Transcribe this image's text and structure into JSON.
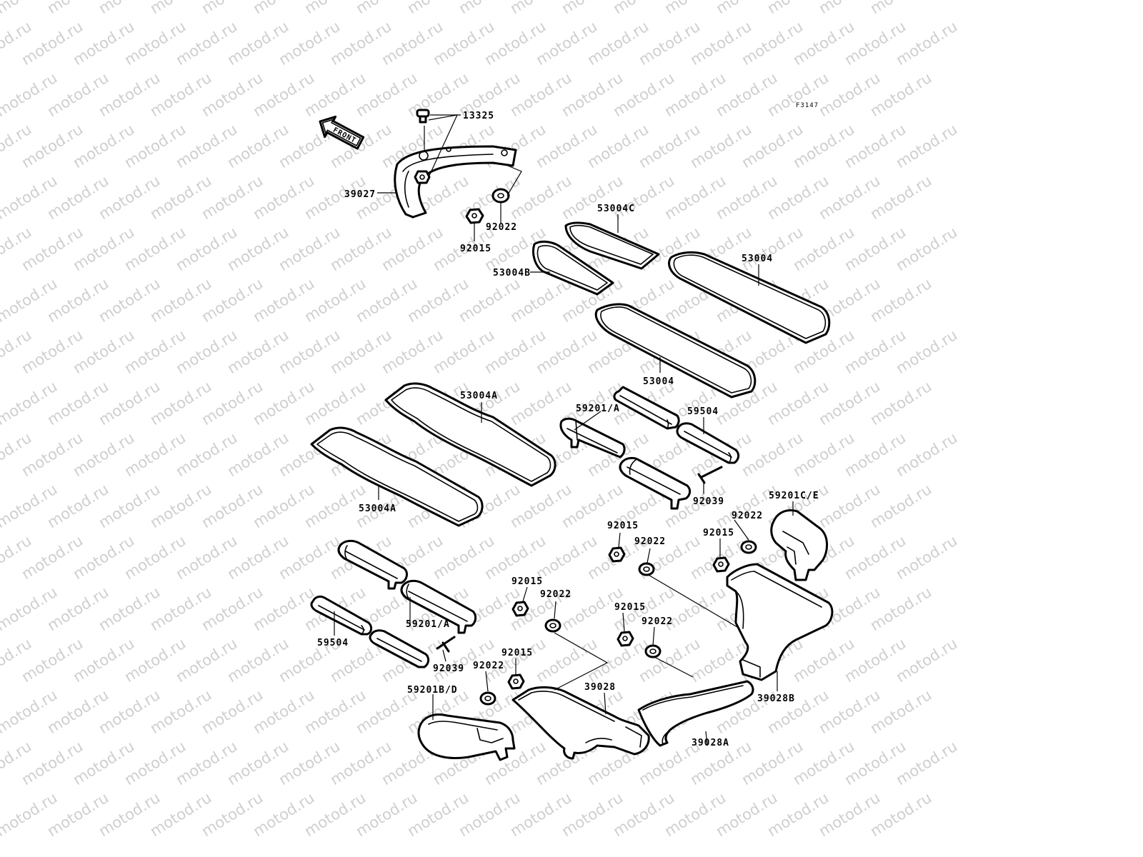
{
  "watermark": "motod.ru",
  "diagram_code": "F3147",
  "front_label": "FRONT",
  "labels": {
    "l13325": "13325",
    "l39027": "39027",
    "l92022_top": "92022",
    "l92015_top": "92015",
    "l53004C": "53004C",
    "l53004B": "53004B",
    "l53004_upper": "53004",
    "l53004_lower": "53004",
    "l53004A_upper": "53004A",
    "l53004A_lower": "53004A",
    "l59201A_right": "59201/A",
    "l59504_right": "59504",
    "l92039_right": "92039",
    "l59201CE": "59201C/E",
    "l92015_r1": "92015",
    "l92022_r1": "92022",
    "l92022_r2": "92022",
    "l92015_r2": "92015",
    "l92015_m1": "92015",
    "l92022_m1": "92022",
    "l92015_m2": "92015",
    "l92022_m2": "92022",
    "l92015_m3": "92015",
    "l92022_m3": "92022",
    "l59201A_left": "59201/A",
    "l59504_left": "59504",
    "l92039_left": "92039",
    "l59201BD": "59201B/D",
    "l39028": "39028",
    "l39028A": "39028A",
    "l39028B": "39028B"
  }
}
